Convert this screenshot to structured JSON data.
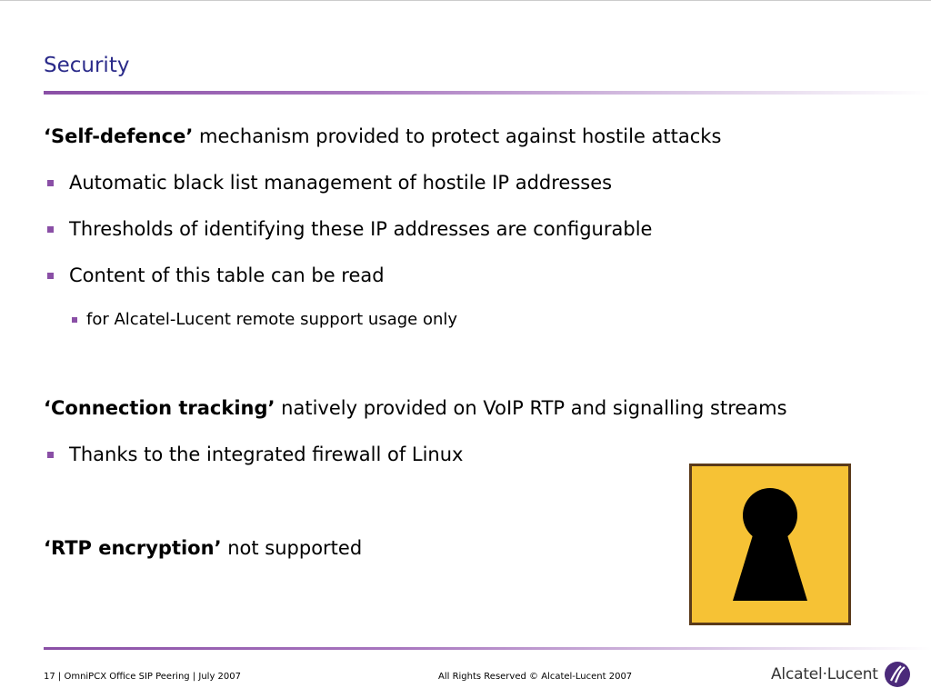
{
  "slide": {
    "title": "Security"
  },
  "content": {
    "self_defence": {
      "emphasis": "‘Self-defence’",
      "text": " mechanism provided to protect against hostile attacks",
      "bullets": [
        "Automatic black list management of hostile IP addresses",
        "Thresholds of identifying these IP addresses are configurable",
        "Content of this table can be read"
      ],
      "sub_bullet": "for Alcatel-Lucent remote support usage only"
    },
    "connection_tracking": {
      "emphasis": "‘Connection tracking’",
      "text": " natively provided on VoIP RTP and signalling streams",
      "bullets": [
        "Thanks to the integrated firewall of Linux"
      ]
    },
    "rtp_encryption": {
      "emphasis": "‘RTP encryption’",
      "text": " not supported"
    }
  },
  "image": {
    "icon": "keyhole-icon",
    "background_color": "#f6c235"
  },
  "footer": {
    "left": "17 | OmniPCX Office SIP Peering |  July 2007",
    "center": "All Rights Reserved © Alcatel-Lucent 2007",
    "logo_text": "Alcatel·Lucent",
    "logo_icon": "alcatel-lucent-logo-icon"
  },
  "colors": {
    "title": "#2b2b8a",
    "accent": "#8a4fa6"
  }
}
